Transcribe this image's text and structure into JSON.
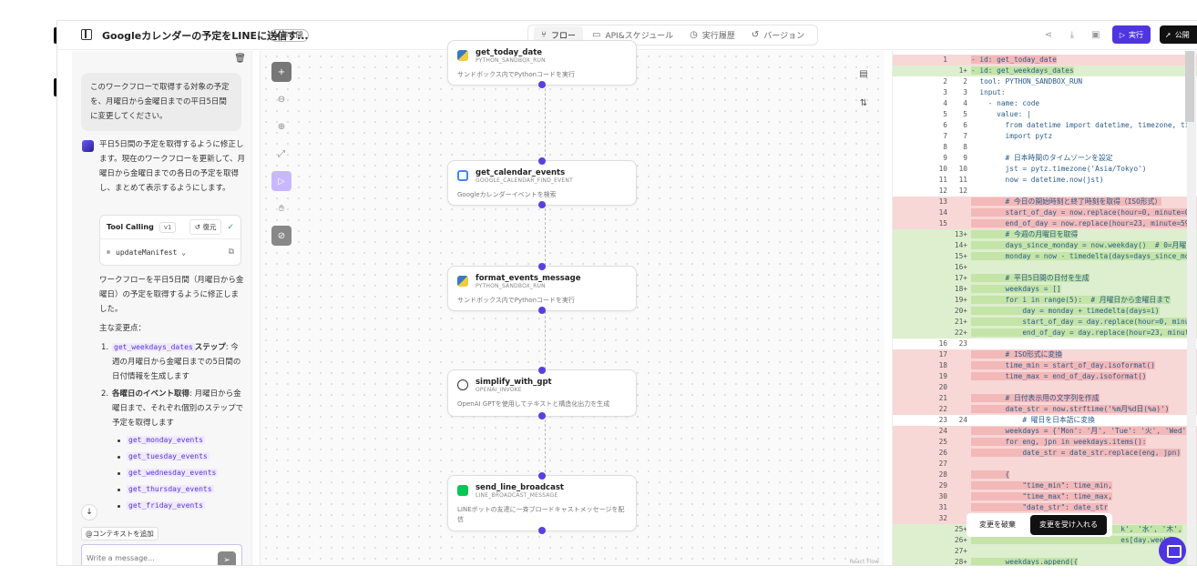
{
  "header": {
    "title": "Googleカレンダーの予定をLINEに送信す...",
    "privacy_badge": "非公開",
    "tabs": [
      {
        "label": "フロー",
        "icon": "flow-icon"
      },
      {
        "label": "API&スケジュール",
        "icon": "calendar-icon"
      },
      {
        "label": "実行履歴",
        "icon": "clock-icon"
      },
      {
        "label": "バージョン",
        "icon": "history-icon"
      }
    ],
    "active_tab": "フロー",
    "run_label": "実行",
    "publish_label": "公開"
  },
  "chat": {
    "user_message": "このワークフローで取得する対象の予定を、月曜日から金曜日までの平日5日間に変更してください。",
    "ai_intro": "平日5日間の予定を取得するように修正します。現在のワークフローを更新して、月曜日から金曜日までの各日の予定を取得し、まとめて表示するようにします。",
    "tool_card": {
      "title": "Tool Calling",
      "version": "v1",
      "restore_label": "復元",
      "function": "updateManifest"
    },
    "summary": "ワークフローを平日5日間（月曜日から金曜日）の予定を取得するように修正しました。",
    "changes_heading": "主な変更点：",
    "change_1_code": "get_weekdays_dates",
    "change_1_strong": "ステップ",
    "change_1_text": ": 今週の月曜日から金曜日までの5日間の日付情報を生成します",
    "change_2_strong": "各曜日のイベント取得",
    "change_2_text": ": 月曜日から金曜日まで、それぞれ個別のステップで予定を取得します",
    "events": [
      "get_monday_events",
      "get_tuesday_events",
      "get_wednesday_events",
      "get_thursday_events",
      "get_friday_events"
    ],
    "context_tag": "@コンテキストを追加",
    "input_placeholder": "Write a message..."
  },
  "canvas": {
    "nodes": [
      {
        "title": "get_today_date",
        "tool": "PYTHON_SANDBOX_RUN",
        "desc": "サンドボックス内でPythonコードを実行",
        "icon": "python-icon"
      },
      {
        "title": "get_calendar_events",
        "tool": "GOOGLE_CALENDAR_FIND_EVENT",
        "desc": "Googleカレンダーイベントを検索",
        "icon": "google-calendar-icon"
      },
      {
        "title": "format_events_message",
        "tool": "PYTHON_SANDBOX_RUN",
        "desc": "サンドボックス内でPythonコードを実行",
        "icon": "python-icon"
      },
      {
        "title": "simplify_with_gpt",
        "tool": "OPENAI_INVOKE",
        "desc": "OpenAI GPTを使用してテキストと構造化出力を生成",
        "icon": "openai-icon"
      },
      {
        "title": "send_line_broadcast",
        "tool": "LINE_BROADCAST_MESSAGE",
        "desc": "LINEボットの友達に一斉ブロードキャストメッセージを配信",
        "icon": "line-icon"
      }
    ],
    "attribution": "React Flow"
  },
  "code": {
    "lines": [
      {
        "o": "1",
        "n": "",
        "t": "- id: get_today_date",
        "k": "del"
      },
      {
        "o": "",
        "n": "1+",
        "t": "- id: get_weekdays_dates",
        "k": "add"
      },
      {
        "o": "2",
        "n": "2",
        "t": "  tool: PYTHON_SANDBOX_RUN",
        "k": ""
      },
      {
        "o": "3",
        "n": "3",
        "t": "  input:",
        "k": ""
      },
      {
        "o": "4",
        "n": "4",
        "t": "    - name: code",
        "k": ""
      },
      {
        "o": "5",
        "n": "5",
        "t": "      value: |",
        "k": ""
      },
      {
        "o": "6",
        "n": "6",
        "t": "        from datetime import datetime, timezone, ti",
        "k": ""
      },
      {
        "o": "7",
        "n": "7",
        "t": "        import pytz",
        "k": ""
      },
      {
        "o": "8",
        "n": "8",
        "t": "",
        "k": ""
      },
      {
        "o": "9",
        "n": "9",
        "t": "        # 日本時間のタイムゾーンを設定",
        "k": ""
      },
      {
        "o": "10",
        "n": "10",
        "t": "        jst = pytz.timezone('Asia/Tokyo')",
        "k": ""
      },
      {
        "o": "11",
        "n": "11",
        "t": "        now = datetime.now(jst)",
        "k": ""
      },
      {
        "o": "12",
        "n": "12",
        "t": "",
        "k": ""
      },
      {
        "o": "13",
        "n": "",
        "t": "        # 今日の開始時刻と終了時刻を取得（ISO形式）",
        "k": "del"
      },
      {
        "o": "14",
        "n": "",
        "t": "        start_of_day = now.replace(hour=0, minute=0",
        "k": "del"
      },
      {
        "o": "15",
        "n": "",
        "t": "        end_of_day = now.replace(hour=23, minute=59",
        "k": "del"
      },
      {
        "o": "",
        "n": "13+",
        "t": "        # 今週の月曜日を取得",
        "k": "add"
      },
      {
        "o": "",
        "n": "14+",
        "t": "        days_since_monday = now.weekday()  # 0=月曜",
        "k": "add"
      },
      {
        "o": "",
        "n": "15+",
        "t": "        monday = now - timedelta(days=days_since_mo",
        "k": "add"
      },
      {
        "o": "",
        "n": "16+",
        "t": "",
        "k": "add"
      },
      {
        "o": "",
        "n": "17+",
        "t": "        # 平日5日間の日付を生成",
        "k": "add"
      },
      {
        "o": "",
        "n": "18+",
        "t": "        weekdays = []",
        "k": "add"
      },
      {
        "o": "",
        "n": "19+",
        "t": "        for i in range(5):  # 月曜日から金曜日まで",
        "k": "add"
      },
      {
        "o": "",
        "n": "20+",
        "t": "            day = monday + timedelta(days=i)",
        "k": "add"
      },
      {
        "o": "",
        "n": "21+",
        "t": "            start_of_day = day.replace(hour=0, minu",
        "k": "add"
      },
      {
        "o": "",
        "n": "22+",
        "t": "            end_of_day = day.replace(hour=23, minut",
        "k": "add"
      },
      {
        "o": "16",
        "n": "23",
        "t": "",
        "k": ""
      },
      {
        "o": "17",
        "n": "",
        "t": "        # ISO形式に変換",
        "k": "del"
      },
      {
        "o": "18",
        "n": "",
        "t": "        time_min = start_of_day.isoformat()",
        "k": "del"
      },
      {
        "o": "19",
        "n": "",
        "t": "        time_max = end_of_day.isoformat()",
        "k": "del"
      },
      {
        "o": "20",
        "n": "",
        "t": "",
        "k": "del"
      },
      {
        "o": "21",
        "n": "",
        "t": "        # 日付表示用の文字列を作成",
        "k": "del"
      },
      {
        "o": "22",
        "n": "",
        "t": "        date_str = now.strftime('%m月%d日(%a)')",
        "k": "del"
      },
      {
        "o": "23",
        "n": "24",
        "t": "            # 曜日を日本語に変換",
        "k": ""
      },
      {
        "o": "24",
        "n": "",
        "t": "        weekdays = {'Mon': '月', 'Tue': '火', 'Wed'",
        "k": "del"
      },
      {
        "o": "25",
        "n": "",
        "t": "        for eng, jpn in weekdays.items():",
        "k": "del"
      },
      {
        "o": "26",
        "n": "",
        "t": "            date_str = date_str.replace(eng, jpn)",
        "k": "del"
      },
      {
        "o": "27",
        "n": "",
        "t": "",
        "k": "del"
      },
      {
        "o": "28",
        "n": "",
        "t": "        {",
        "k": "del"
      },
      {
        "o": "29",
        "n": "",
        "t": "            \"time_min\": time_min,",
        "k": "del"
      },
      {
        "o": "30",
        "n": "",
        "t": "            \"time_max\": time_max,",
        "k": "del"
      },
      {
        "o": "31",
        "n": "",
        "t": "            \"date_str\": date_str",
        "k": "del"
      },
      {
        "o": "32",
        "n": "",
        "t": "        }",
        "k": "del"
      },
      {
        "o": "",
        "n": "25+",
        "t": "                                   k', '水', '木',",
        "k": "add"
      },
      {
        "o": "",
        "n": "26+",
        "t": "                                   es[day.weekd",
        "k": "add"
      },
      {
        "o": "",
        "n": "27+",
        "t": "",
        "k": "add"
      },
      {
        "o": "",
        "n": "28+",
        "t": "        weekdays.append({",
        "k": "add"
      }
    ],
    "discard_label": "変更を破棄",
    "accept_label": "変更を受け入れる"
  }
}
